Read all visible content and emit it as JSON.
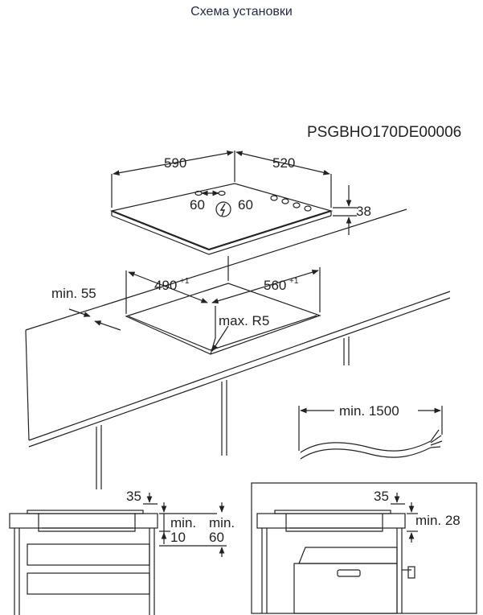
{
  "title": "Схема установки",
  "model_code": "PSGBHO170DE00006",
  "hob": {
    "width": "590",
    "depth": "520",
    "height": "38",
    "burner_gap_left": "60",
    "burner_gap_right": "60"
  },
  "cutout": {
    "width": "490",
    "width_tolerance": "+1",
    "depth": "560",
    "depth_tolerance": "+1",
    "front_distance": "min. 55",
    "corner_radius": "max. R5"
  },
  "cable": {
    "min_length": "min. 1500"
  },
  "section_left": {
    "edge_distance": "35",
    "clearance_1_label": "min.",
    "clearance_1_value": "10",
    "clearance_2_label": "min.",
    "clearance_2_value": "60"
  },
  "section_right": {
    "edge_distance": "35",
    "clearance": "min. 28"
  },
  "colors": {
    "title": "#1f2a44",
    "lines": "#222222",
    "background": "#ffffff"
  }
}
